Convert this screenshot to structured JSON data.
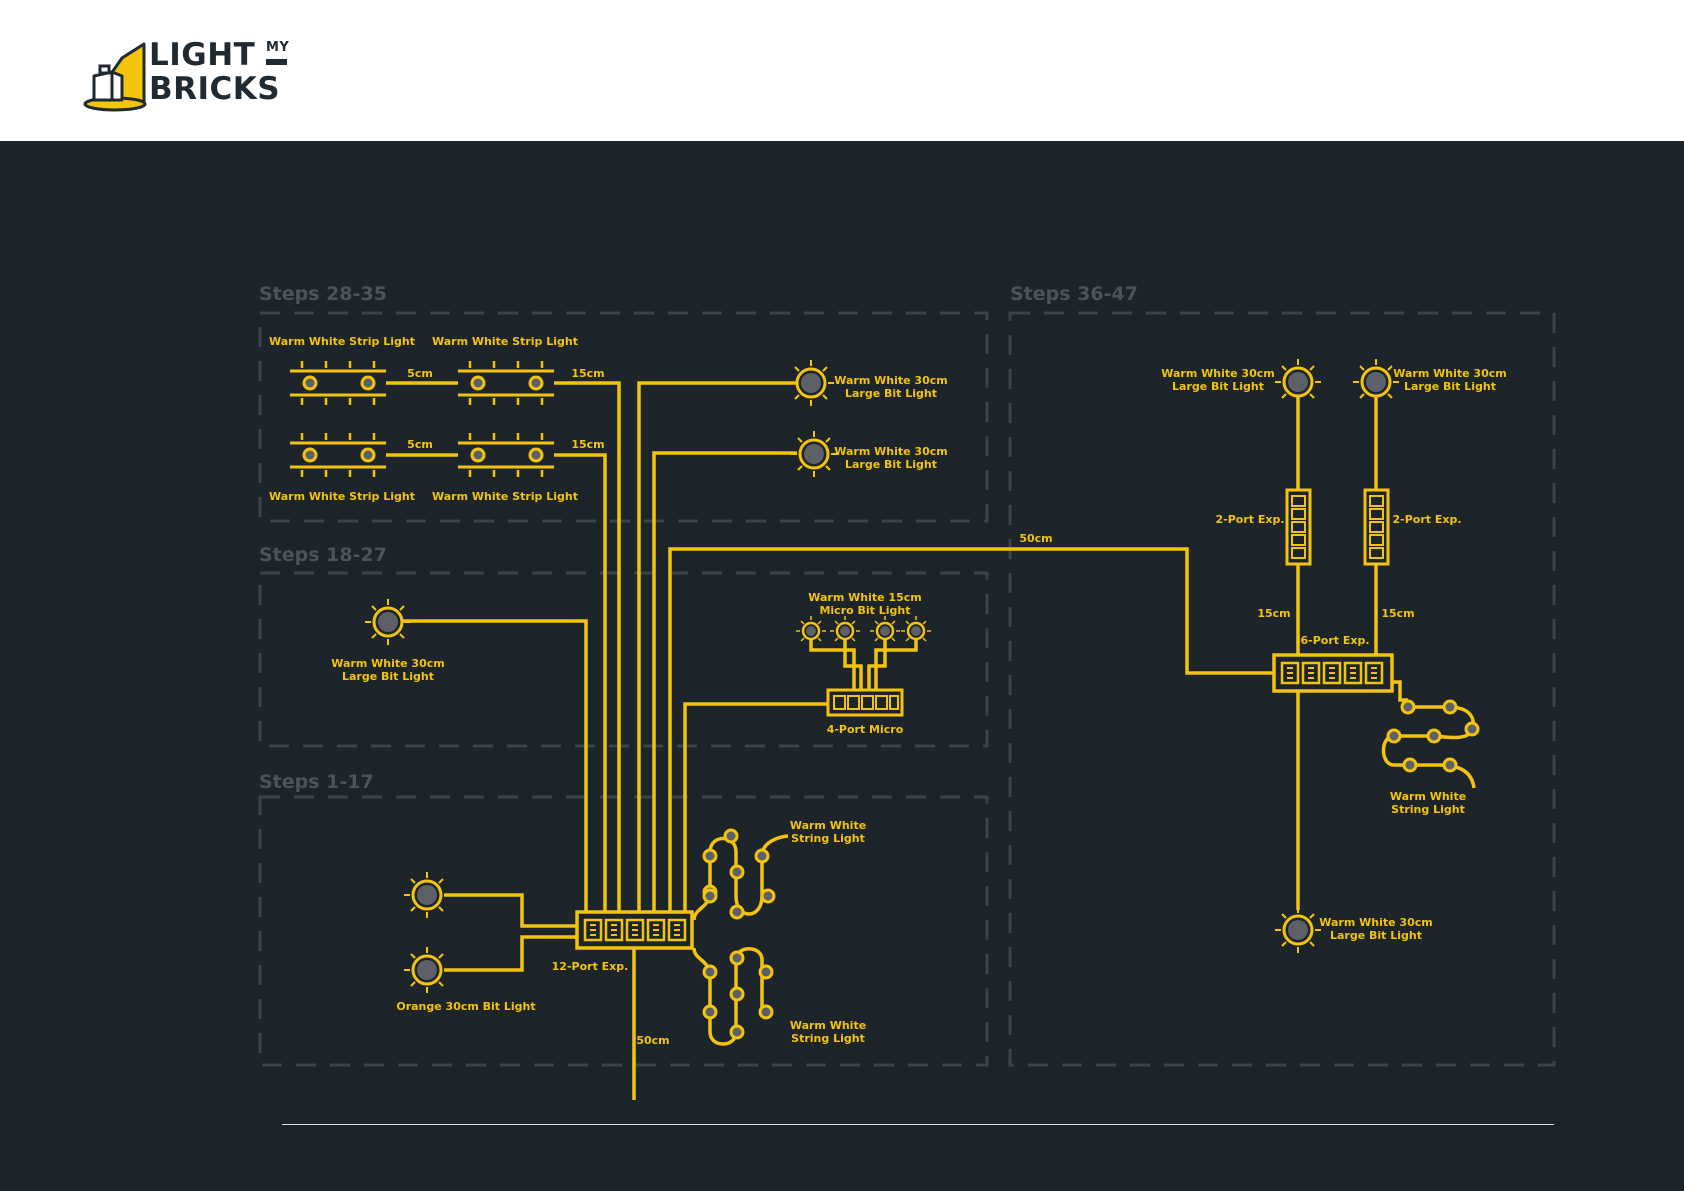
{
  "brand": {
    "line1": "LIGHT",
    "my": "MY",
    "line2": "BRICKS"
  },
  "colors": {
    "background": "#1d242a",
    "accent": "#f2c40f",
    "section_border": "#3a444c",
    "section_title": "#4a545c"
  },
  "sections": {
    "steps_28_35": "Steps 28-35",
    "steps_18_27": "Steps 18-27",
    "steps_1_17": "Steps 1-17",
    "steps_36_47": "Steps 36-47"
  },
  "labels": {
    "strip_light": "Warm White Strip Light",
    "large_bit_line1": "Warm White 30cm",
    "large_bit_line2": "Large Bit Light",
    "micro_line1": "Warm White 15cm",
    "micro_line2": "Micro Bit Light",
    "four_port": "4-Port Micro",
    "twelve_port": "12-Port Exp.",
    "six_port": "6-Port Exp.",
    "two_port": "2-Port Exp.",
    "string_line1": "Warm White",
    "string_line2": "String Light",
    "orange_bit": "Orange 30cm Bit Light",
    "cable_5cm": "5cm",
    "cable_15cm": "15cm",
    "cable_50cm": "50cm"
  }
}
